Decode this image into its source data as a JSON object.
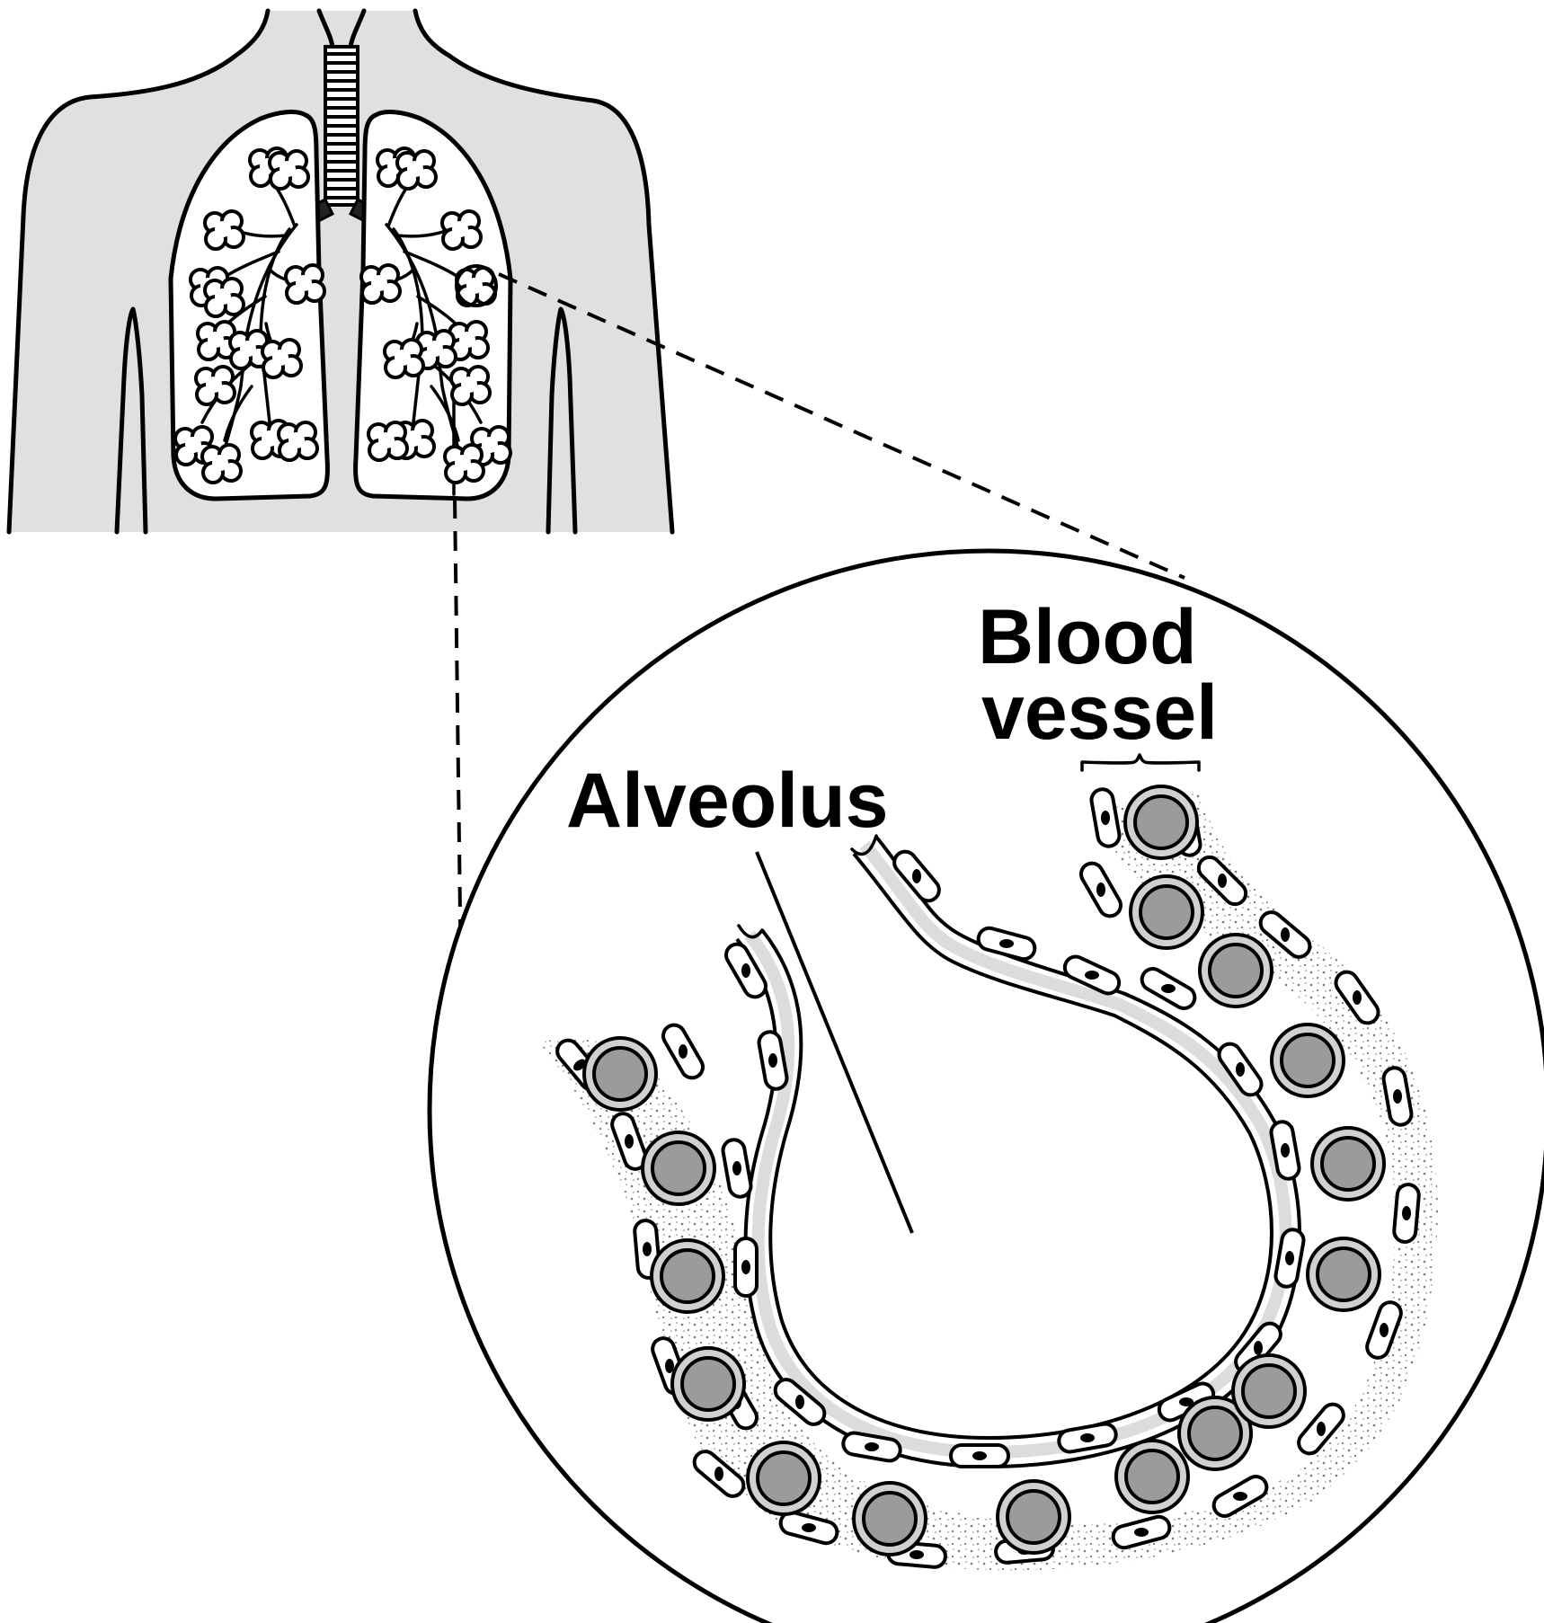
{
  "labels": {
    "alveolus": "Alveolus",
    "blood_vessel_line1": "Blood",
    "blood_vessel_line2": "vessel"
  },
  "colors": {
    "body_fill": "#e0e0e0",
    "outline": "#000000",
    "blood_cell": "#9b9b9b",
    "blood_cell_ring": "#d0d0d0",
    "membrane": "#dcdcdc",
    "stipple": "#8a8a8a"
  },
  "icons": {
    "torso": "human-torso-outline",
    "lungs": "lungs-icon",
    "magnifier": "zoom-circle"
  }
}
